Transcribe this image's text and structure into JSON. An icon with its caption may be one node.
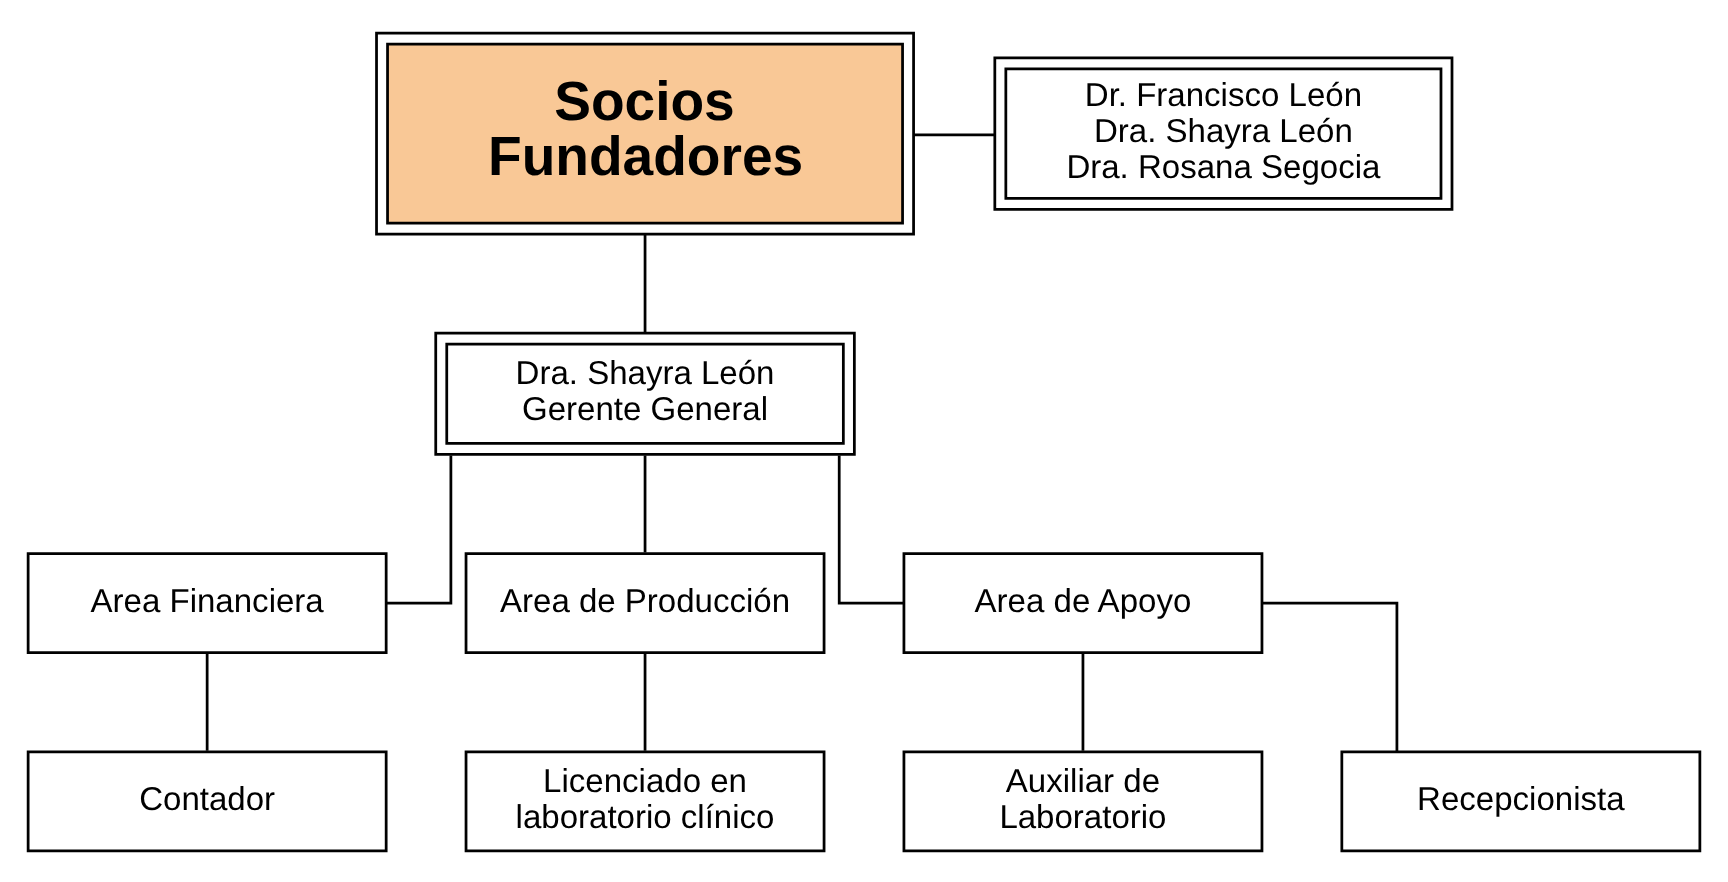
{
  "diagram": {
    "nodes": [
      {
        "text": [
          "Socios Fundadores"
        ]
      },
      {
        "text": [
          "Dr. Francisco León",
          "Dra. Shayra León",
          "Dra. Rosana Segocia"
        ]
      },
      {
        "text": [
          "Dra. Shayra León",
          "Gerente General"
        ]
      },
      {
        "text": [
          "Area Financiera"
        ]
      },
      {
        "text": [
          "Area de Producción"
        ]
      },
      {
        "text": [
          "Area de Apoyo"
        ]
      },
      {
        "text": [
          "Contador"
        ]
      },
      {
        "text": [
          "Licenciado en laboratorio clínico"
        ]
      },
      {
        "text": [
          "Auxiliar de Laboratorio"
        ]
      },
      {
        "text": [
          "Recepcionista"
        ]
      }
    ],
    "edges": [
      {
        "from": 0,
        "to": 1,
        "arrow": "none"
      },
      {
        "from": 0,
        "to": 2,
        "arrow": "none"
      },
      {
        "from": 2,
        "to": 3,
        "arrow": "none"
      },
      {
        "from": 2,
        "to": 4,
        "arrow": "none"
      },
      {
        "from": 2,
        "to": 5,
        "arrow": "none"
      },
      {
        "from": 3,
        "to": 6,
        "arrow": "none"
      },
      {
        "from": 4,
        "to": 7,
        "arrow": "none"
      },
      {
        "from": 5,
        "to": 8,
        "arrow": "none"
      },
      {
        "from": 5,
        "to": 9,
        "arrow": "none"
      }
    ]
  }
}
